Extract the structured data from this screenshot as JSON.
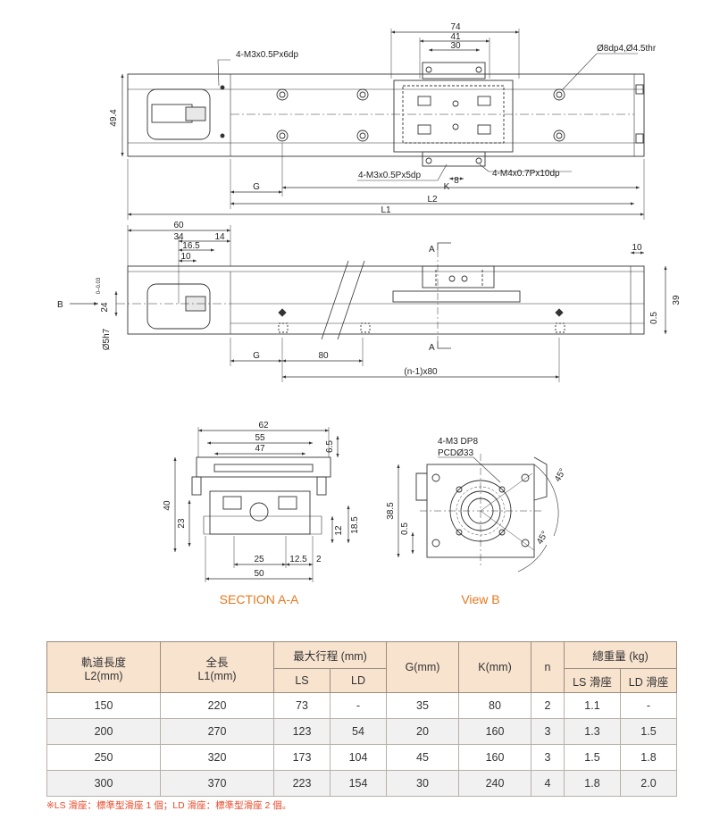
{
  "top_view": {
    "dim_74": "74",
    "dim_41": "41",
    "dim_30": "30",
    "callout_m3_top": "4-M3x0.5Px6dp",
    "callout_hole": "Ø8dp4,Ø4.5thr",
    "callout_m3_bottom": "4-M3x0.5Px5dp",
    "dim_8": "8",
    "callout_m4": "4-M4x0.7Px10dp",
    "dim_49_4": "49.4",
    "dim_g": "G",
    "dim_k": "K",
    "dim_l2": "L2",
    "dim_l1": "L1"
  },
  "side_view": {
    "dim_60": "60",
    "dim_34": "34",
    "dim_14": "14",
    "dim_16_5": "16.5",
    "dim_10": "10",
    "label_b": "B",
    "dim_24": "24",
    "dim_24_tol": "0–0.03",
    "dim_5h7": "Ø5h7",
    "section_a": "A",
    "dim_10_right": "10",
    "dim_39": "39",
    "dim_0_5": "0.5",
    "dim_g": "G",
    "dim_80": "80",
    "dim_pitch": "(n-1)x80"
  },
  "section_view": {
    "dim_62": "62",
    "dim_55": "55",
    "dim_47": "47",
    "dim_6_5": "6.5",
    "dim_40": "40",
    "dim_23": "23",
    "dim_12": "12",
    "dim_18_5": "18.5",
    "dim_25": "25",
    "dim_12_5": "12.5",
    "dim_2": "2",
    "dim_50": "50",
    "caption": "SECTION A-A"
  },
  "end_view": {
    "callout_m3": "4-M3 DP8",
    "callout_pcd": "PCDØ33",
    "angle_top": "45°",
    "angle_bottom": "45°",
    "dim_38_5": "38.5",
    "dim_0_5": "0.5",
    "caption": "View B"
  },
  "spec_table": {
    "headers": {
      "rail_length": [
        "軌道長度",
        "L2(mm)"
      ],
      "total_length": [
        "全長",
        "L1(mm)"
      ],
      "max_stroke": "最大行程 (mm)",
      "ls": "LS",
      "ld": "LD",
      "g": "G(mm)",
      "k": "K(mm)",
      "n": "n",
      "weight": "總重量 (kg)",
      "ls_slide": "LS 滑座",
      "ld_slide": "LD 滑座"
    },
    "rows": [
      [
        "150",
        "220",
        "73",
        "-",
        "35",
        "80",
        "2",
        "1.1",
        "-"
      ],
      [
        "200",
        "270",
        "123",
        "54",
        "20",
        "160",
        "3",
        "1.3",
        "1.5"
      ],
      [
        "250",
        "320",
        "173",
        "104",
        "45",
        "160",
        "3",
        "1.5",
        "1.8"
      ],
      [
        "300",
        "370",
        "223",
        "154",
        "30",
        "240",
        "4",
        "1.8",
        "2.0"
      ]
    ]
  },
  "footnote": "※LS 滑座：標準型滑座 1 個；LD 滑座：標準型滑座 2 個。",
  "colors": {
    "caption": "#e8781e",
    "header_bg": "#f8e3cf",
    "note": "#e84a2a",
    "line": "#333333"
  }
}
